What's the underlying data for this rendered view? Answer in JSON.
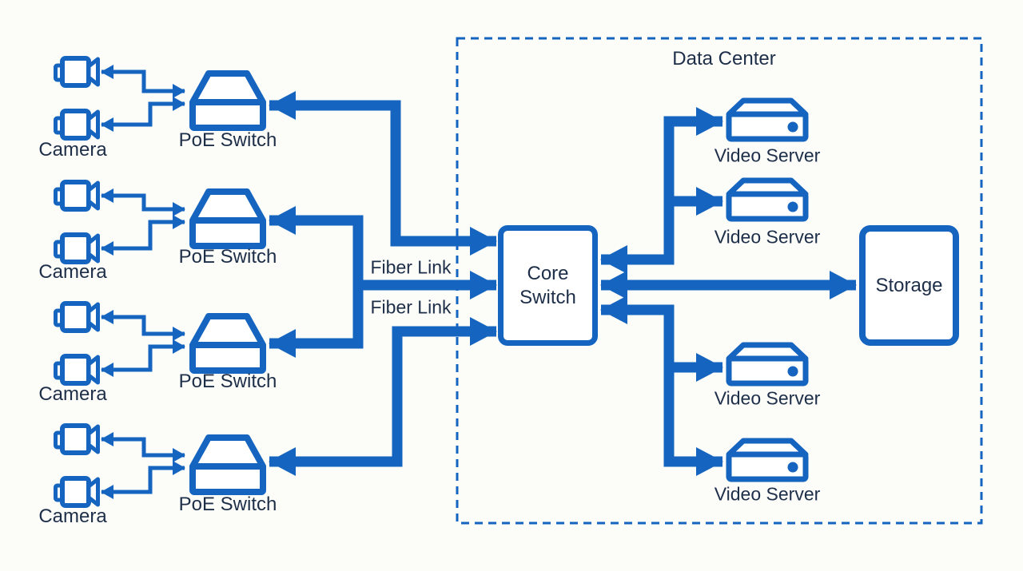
{
  "colors": {
    "primary_blue": "#1565c0",
    "text_navy": "#1d2e48",
    "background": "#fcfcf9"
  },
  "data_center": {
    "label": "Data Center"
  },
  "camera_groups": [
    {
      "camera_label": "Camera",
      "switch_label": "PoE Switch"
    },
    {
      "camera_label": "Camera",
      "switch_label": "PoE Switch"
    },
    {
      "camera_label": "Camera",
      "switch_label": "PoE Switch"
    },
    {
      "camera_label": "Camera",
      "switch_label": "PoE Switch"
    }
  ],
  "fiber_links": {
    "labels": [
      "Fiber Link",
      "Fiber Link"
    ]
  },
  "core_switch": {
    "label_line1": "Core",
    "label_line2": "Switch"
  },
  "video_servers": [
    {
      "label": "Video Server"
    },
    {
      "label": "Video Server"
    },
    {
      "label": "Video Server"
    },
    {
      "label": "Video Server"
    }
  ],
  "storage": {
    "label": "Storage"
  },
  "icons": {
    "camera": "camera-icon",
    "poe_switch": "poe-switch-icon",
    "video_server": "video-server-icon"
  },
  "connections": [
    "Camera pair <-> PoE Switch (x4, arrows both directions)",
    "PoE Switch 1 <-> Core Switch",
    "PoE Switch 2 & PoE Switch 3 <-> Core Switch (Fiber Link)",
    "PoE Switch 4 <-> Core Switch (Fiber Link)",
    "Core Switch -> Video Server (x4)",
    "Core Switch <-> Storage"
  ]
}
